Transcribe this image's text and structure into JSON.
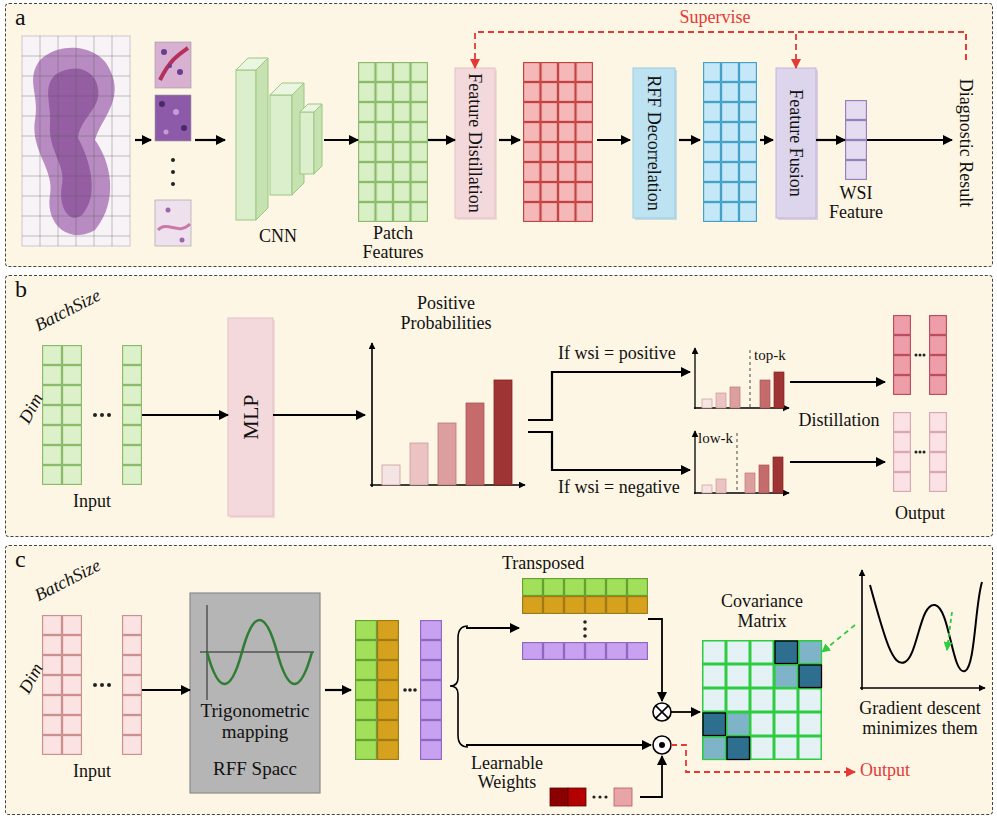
{
  "diagram": {
    "nodes": [
      {
        "text": [
          "a"
        ]
      },
      {
        "text": [
          "CNN"
        ],
        "in": 0
      },
      {
        "text": [
          "Patch Features"
        ],
        "in": 0
      },
      {
        "text": [
          "Feature Distillation"
        ],
        "in": 0
      },
      {
        "text": [
          "RFF Decorrelation"
        ],
        "in": 0
      },
      {
        "text": [
          "Feature Fusion"
        ],
        "in": 0
      },
      {
        "text": [
          "WSI Feature"
        ],
        "in": 0
      },
      {
        "text": [
          "Diagnostic Result"
        ],
        "in": 0
      },
      {
        "text": [
          "b"
        ]
      },
      {
        "text": [
          "Input"
        ],
        "in": 8
      },
      {
        "text": [
          "MLP"
        ],
        "in": 8
      },
      {
        "text": [
          "Positive Probabilities"
        ],
        "in": 8
      },
      {
        "text": [
          "top-k"
        ],
        "in": 8
      },
      {
        "text": [
          "low-k"
        ],
        "in": 8
      },
      {
        "text": [
          "Output"
        ],
        "in": 8
      },
      {
        "text": [
          "c"
        ]
      },
      {
        "text": [
          "Input"
        ],
        "in": 15
      },
      {
        "text": [
          "Trigonometric mapping",
          "RFF Spacc"
        ],
        "in": 15
      },
      {
        "text": [
          "Transposed"
        ],
        "in": 15
      },
      {
        "text": [
          "Learnable Weights"
        ],
        "in": 15
      },
      {
        "text": [
          "Covariance Matrix"
        ],
        "in": 15
      },
      {
        "text": [
          "Gradient descent minimizes them"
        ],
        "in": 15
      }
    ],
    "edges": [
      {
        "from": 1,
        "to": 2,
        "arrow": "to"
      },
      {
        "from": 2,
        "to": 3,
        "arrow": "to"
      },
      {
        "from": 5,
        "to": 6,
        "arrow": "to"
      },
      {
        "from": 6,
        "to": 7,
        "arrow": "to"
      },
      {
        "from": 7,
        "to": 3,
        "label": "Supervise",
        "arrow": "to"
      },
      {
        "from": 7,
        "to": 5,
        "arrow": "to"
      },
      {
        "from": 9,
        "to": 10,
        "arrow": "to"
      },
      {
        "from": 10,
        "to": 11,
        "arrow": "to"
      },
      {
        "from": 11,
        "to": 12,
        "label": "If wsi = positive",
        "arrow": "to"
      },
      {
        "from": 11,
        "to": 13,
        "label": "If wsi = negative",
        "arrow": "to"
      },
      {
        "from": 12,
        "to": 14,
        "arrow": "to"
      },
      {
        "from": 13,
        "to": 14,
        "arrow": "to"
      },
      {
        "from": 16,
        "to": 17,
        "arrow": "to"
      },
      {
        "from": 21,
        "to": 20,
        "arrow": "to"
      }
    ],
    "labels": [
      "BatchSize",
      "Dim",
      "Distillation",
      "BatchSize",
      "Dim",
      "Output"
    ]
  }
}
